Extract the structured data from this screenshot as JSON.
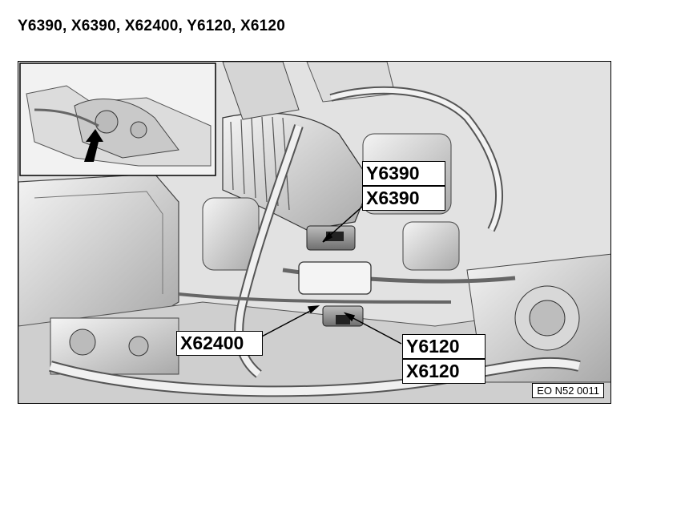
{
  "heading": "Y6390, X6390, X62400, Y6120, X6120",
  "callouts": {
    "y6390": "Y6390",
    "x6390": "X6390",
    "x62400": "X62400",
    "y6120": "Y6120",
    "x6120": "X6120"
  },
  "figure_code": "EO N52 0011"
}
